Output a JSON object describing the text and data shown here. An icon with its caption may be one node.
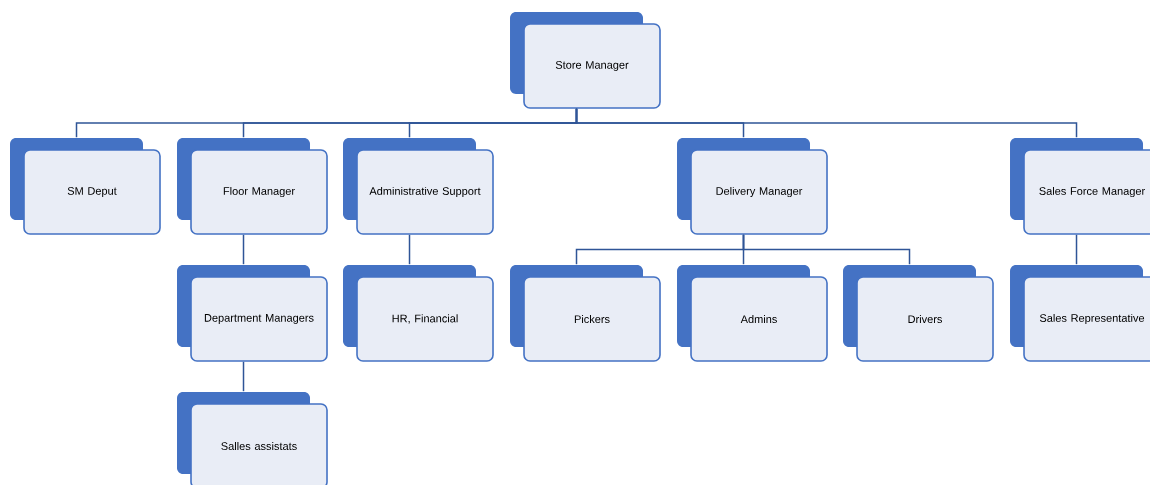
{
  "diagram": {
    "nodes": [
      {
        "text": [
          "Store Manager"
        ]
      },
      {
        "text": [
          "SM Deput"
        ]
      },
      {
        "text": [
          "Floor Manager"
        ]
      },
      {
        "text": [
          "Administrative Support"
        ]
      },
      {
        "text": [
          "Delivery Manager"
        ]
      },
      {
        "text": [
          "Sales Force Manager"
        ]
      },
      {
        "text": [
          "Department Managers"
        ]
      },
      {
        "text": [
          "HR, Financial"
        ]
      },
      {
        "text": [
          "Pickers"
        ]
      },
      {
        "text": [
          "Admins"
        ]
      },
      {
        "text": [
          "Drivers"
        ]
      },
      {
        "text": [
          "Sales Representative"
        ]
      },
      {
        "text": [
          "Salles assistats"
        ]
      }
    ],
    "edges": [
      {
        "from": 0,
        "to": 1,
        "arrow": "none"
      },
      {
        "from": 0,
        "to": 2,
        "arrow": "none"
      },
      {
        "from": 0,
        "to": 3,
        "arrow": "none"
      },
      {
        "from": 0,
        "to": 4,
        "arrow": "none"
      },
      {
        "from": 0,
        "to": 5,
        "arrow": "none"
      },
      {
        "from": 2,
        "to": 6,
        "arrow": "none"
      },
      {
        "from": 3,
        "to": 7,
        "arrow": "none"
      },
      {
        "from": 4,
        "to": 8,
        "arrow": "none"
      },
      {
        "from": 4,
        "to": 9,
        "arrow": "none"
      },
      {
        "from": 4,
        "to": 10,
        "arrow": "none"
      },
      {
        "from": 5,
        "to": 11,
        "arrow": "none"
      },
      {
        "from": 6,
        "to": 12,
        "arrow": "none"
      }
    ]
  }
}
